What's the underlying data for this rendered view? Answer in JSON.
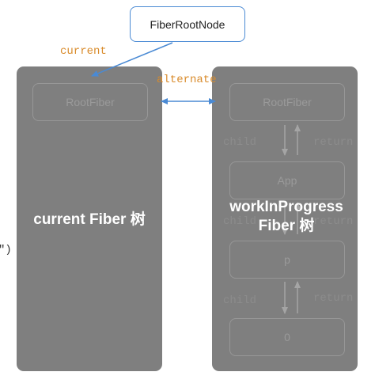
{
  "root": {
    "label": "FiberRootNode"
  },
  "edges": {
    "current": "current",
    "alternate": "alternate",
    "child": "child",
    "return": "return"
  },
  "current_tree": {
    "title": "current Fiber 树",
    "root_fiber": "RootFiber"
  },
  "wip_tree": {
    "title_line1": "workInProgress",
    "title_line2": "Fiber 树",
    "nodes": [
      "RootFiber",
      "App",
      "p",
      "0"
    ]
  },
  "edge_fragment": "\")",
  "colors": {
    "orange": "#d98b2b",
    "arrow_blue": "#4a8ad4",
    "panel": "#7f7f7f",
    "node_border": "#979797",
    "faint_text": "#8c8c8c"
  }
}
